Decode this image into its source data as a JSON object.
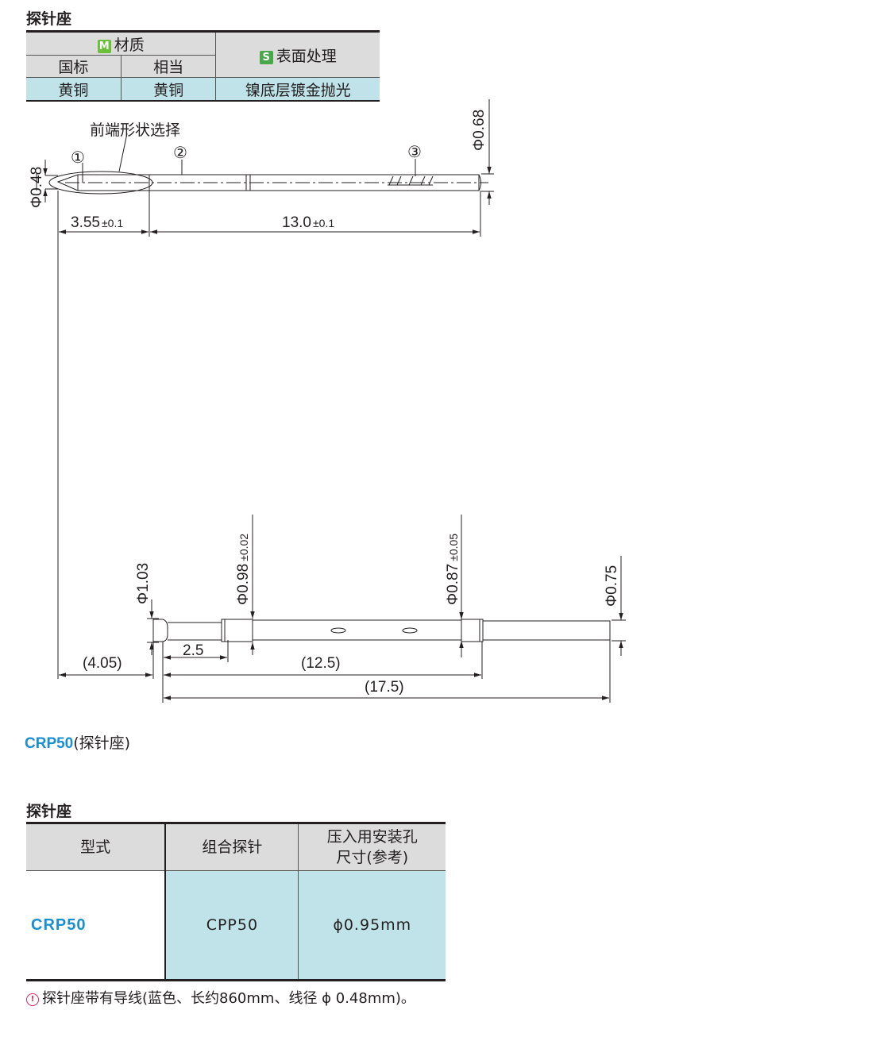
{
  "section_title_top": "探针座",
  "material_table": {
    "material_badge": "M",
    "material_header": "材质",
    "surface_badge": "S",
    "surface_header": "表面处理",
    "sub_headers": [
      "国标",
      "相当"
    ],
    "row": [
      "黄铜",
      "黄铜",
      "镍底层镀金抛光"
    ]
  },
  "drawing": {
    "tip_shape_label": "前端形状选择",
    "part_markers": [
      "①",
      "②",
      "③"
    ],
    "top_dims": {
      "dia_tip": "Φ0.48",
      "dia_end": "Φ0.68",
      "len1": "3.55",
      "len1_tol": "±0.1",
      "len2": "13.0",
      "len2_tol": "±0.1"
    },
    "bottom_dims": {
      "dia_head": "Φ1.03",
      "dia_body": "Φ0.98",
      "dia_body_tol": "±0.02",
      "dia_mid": "Φ0.87",
      "dia_mid_tol": "±0.05",
      "dia_tail": "Φ0.75",
      "len_a": "2.5",
      "len_offset": "(4.05)",
      "len_body": "(12.5)",
      "len_total": "(17.5)"
    }
  },
  "caption": {
    "model": "CRP50",
    "suffix": "(探针座)"
  },
  "section_title_bottom": "探针座",
  "spec_table": {
    "headers": [
      "型式",
      "组合探针",
      "压入用安装孔",
      "尺寸(参考)"
    ],
    "row": {
      "model": "CRP50",
      "probe": "CPP50",
      "hole": "ϕ0.95mm"
    }
  },
  "note": {
    "icon": "warning-icon",
    "text": "探针座带有导线(蓝色、长约860mm、线径 ϕ 0.48mm)。"
  }
}
